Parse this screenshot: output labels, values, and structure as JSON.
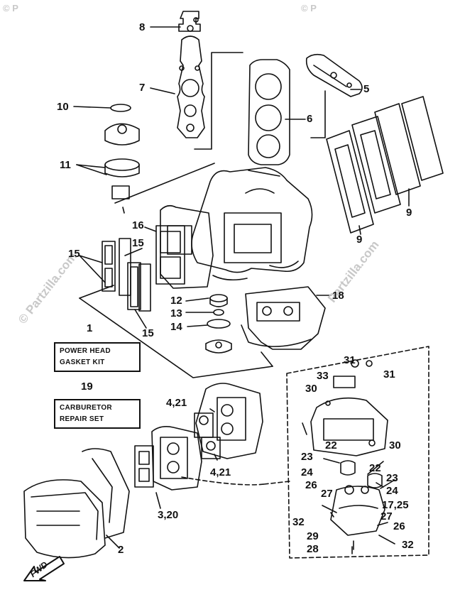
{
  "watermarks": {
    "left": "© Partzilla.com",
    "right": "Partzilla.com",
    "top_left": "© P",
    "top_right": "© P"
  },
  "callouts": {
    "c1": "1",
    "c2": "2",
    "c3_20": "3,20",
    "c4_21_top": "4,21",
    "c4_21_bottom": "4,21",
    "c5": "5",
    "c6": "6",
    "c7": "7",
    "c8": "8",
    "c9_a": "9",
    "c9_b": "9",
    "c10": "10",
    "c11": "11",
    "c12": "12",
    "c13": "13",
    "c14": "14",
    "c15_a": "15",
    "c15_b": "15",
    "c15_c": "15",
    "c16": "16",
    "c17_25": "17,25",
    "c18": "18",
    "c19": "19",
    "c22_a": "22",
    "c22_b": "22",
    "c23_a": "23",
    "c23_b": "23",
    "c24_a": "24",
    "c24_b": "24",
    "c26_a": "26",
    "c26_b": "26",
    "c27_a": "27",
    "c27_b": "27",
    "c28": "28",
    "c29": "29",
    "c30_a": "30",
    "c30_b": "30",
    "c31_a": "31",
    "c31_b": "31",
    "c32_a": "32",
    "c32_b": "32",
    "c33": "33"
  },
  "kits": {
    "power_head_line1": "POWER HEAD",
    "power_head_line2": "GASKET KIT",
    "carburetor_line1": "CARBURETOR",
    "carburetor_line2": "REPAIR SET"
  },
  "direction": {
    "fwd": "FWD"
  }
}
